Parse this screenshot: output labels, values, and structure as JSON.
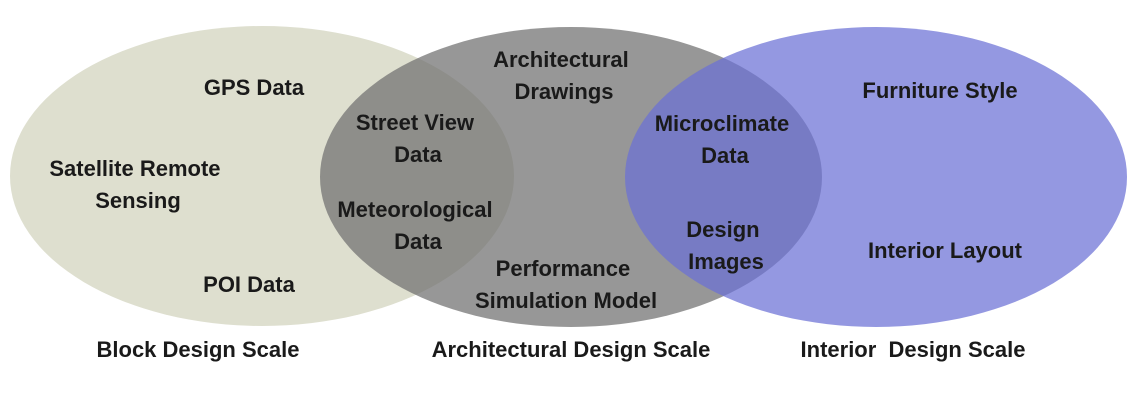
{
  "colors": {
    "block_fill": "#dedfcf",
    "architectural_fill": "#6f6f6f",
    "interior_fill": "#6b70d6",
    "text": "#1a1a1a"
  },
  "ellipses": {
    "block": {
      "items": [
        {
          "lines": [
            "GPS Data"
          ]
        },
        {
          "lines": [
            "Satellite Remote",
            "Sensing"
          ]
        },
        {
          "lines": [
            "POI Data"
          ]
        }
      ],
      "scale_label": "Block Design Scale"
    },
    "architectural": {
      "items": [
        {
          "lines": [
            "Architectural",
            "Drawings"
          ]
        },
        {
          "lines": [
            "Performance",
            "Simulation Model"
          ]
        }
      ],
      "scale_label": "Architectural Design Scale"
    },
    "interior": {
      "items": [
        {
          "lines": [
            "Furniture Style"
          ]
        },
        {
          "lines": [
            "Interior Layout"
          ]
        }
      ],
      "scale_label": "Interior  Design Scale"
    }
  },
  "overlaps": {
    "block_architectural": [
      {
        "lines": [
          "Street View",
          "Data"
        ]
      },
      {
        "lines": [
          "Meteorological",
          "Data"
        ]
      }
    ],
    "architectural_interior": [
      {
        "lines": [
          "Microclimate",
          "Data"
        ]
      },
      {
        "lines": [
          "Design",
          "Images"
        ]
      }
    ]
  }
}
